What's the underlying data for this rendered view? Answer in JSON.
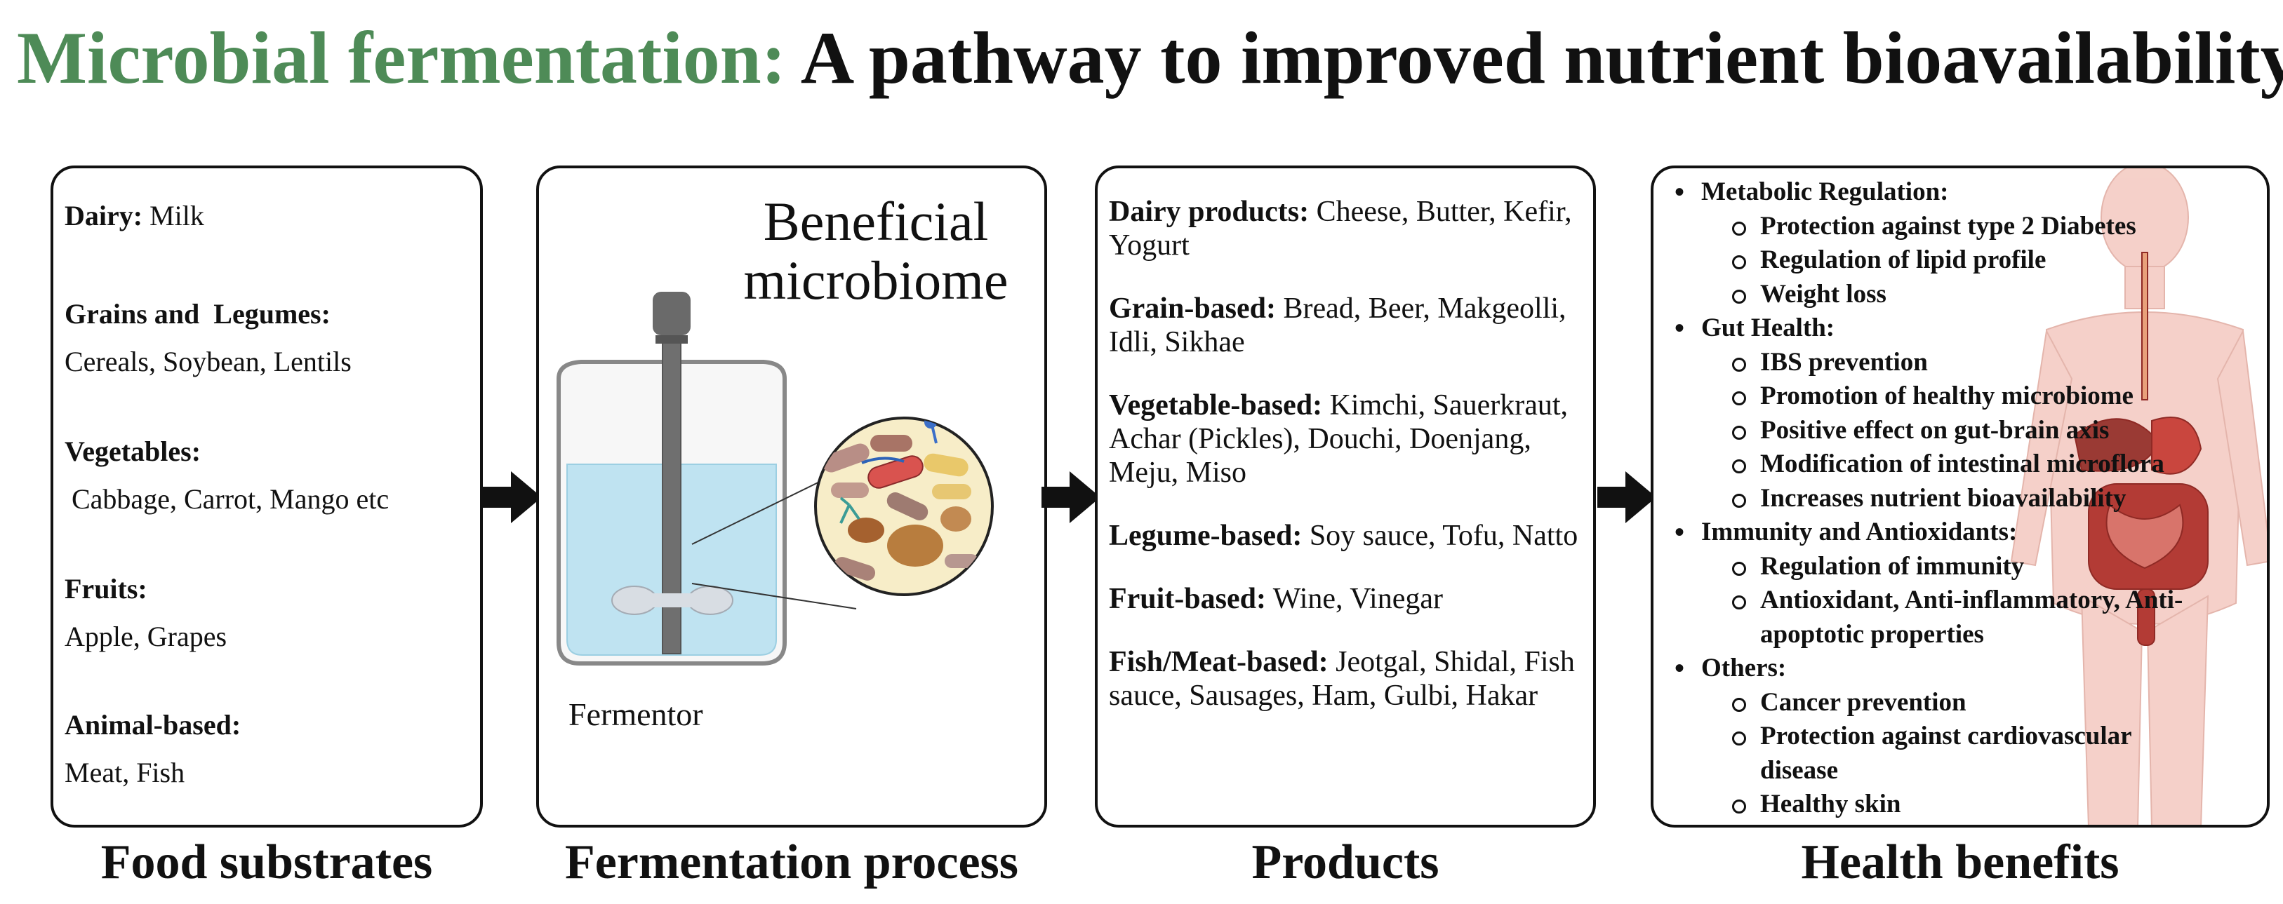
{
  "title": {
    "green_part": "Microbial fermentation:",
    "black_part": "A pathway to improved nutrient bioavailability"
  },
  "colors": {
    "title_green": "#4e8b57",
    "tank_liquid": "#bfe3f1",
    "tissue": "#f4ccc4",
    "organ": "#c9463e"
  },
  "substrates": {
    "groups": [
      {
        "heading": "Dairy:",
        "items": "Milk"
      },
      {
        "heading": "Grains and  Legumes:",
        "items": "Cereals, Soybean, Lentils"
      },
      {
        "heading": "Vegetables:",
        "items": " Cabbage, Carrot, Mango etc"
      },
      {
        "heading": "Fruits:",
        "items": "Apple, Grapes"
      },
      {
        "heading": "Animal-based:",
        "items": "Meat, Fish"
      }
    ],
    "caption": "Food substrates"
  },
  "process": {
    "heading": "Beneficial microbiome",
    "vessel_label": "Fermentor",
    "caption": "Fermentation process",
    "icons": {
      "vessel": "fermentor-tank-icon",
      "microbes": "microbiome-magnifier-icon"
    }
  },
  "products": {
    "items": [
      {
        "label": "Dairy products:",
        "text": " Cheese, Butter, Kefir, Yogurt"
      },
      {
        "label": "Grain-based:",
        "text": " Bread, Beer, Makgeolli, Idli, Sikhae"
      },
      {
        "label": "Vegetable-based:",
        "text": " Kimchi, Sauerkraut, Achar (Pickles), Douchi, Doenjang, Meju, Miso"
      },
      {
        "label": "Legume-based:",
        "text": " Soy sauce, Tofu, Natto"
      },
      {
        "label": "Fruit-based:",
        "text": " Wine, Vinegar"
      },
      {
        "label": "Fish/Meat-based:",
        "text": " Jeotgal, Shidal, Fish sauce, Sausages, Ham, Gulbi, Hakar"
      }
    ],
    "caption": "Products"
  },
  "benefits": {
    "categories": [
      {
        "name": "Metabolic Regulation:",
        "items": [
          "Protection against type 2 Diabetes",
          "Regulation of lipid profile",
          "Weight loss"
        ]
      },
      {
        "name": "Gut Health:",
        "items": [
          "IBS prevention",
          "Promotion of healthy microbiome",
          "Positive effect on gut-brain axis",
          "Modification of intestinal microflora",
          "Increases nutrient bioavailability"
        ]
      },
      {
        "name": "Immunity and Antioxidants:",
        "items": [
          "Regulation of immunity",
          "Antioxidant, Anti-inflammatory, Anti-apoptotic properties"
        ]
      },
      {
        "name": "Others:",
        "items": [
          "Cancer prevention",
          "Protection against cardiovascular disease",
          "Healthy skin"
        ]
      }
    ],
    "caption": "Health benefits",
    "icon": "human-digestive-system-icon"
  }
}
